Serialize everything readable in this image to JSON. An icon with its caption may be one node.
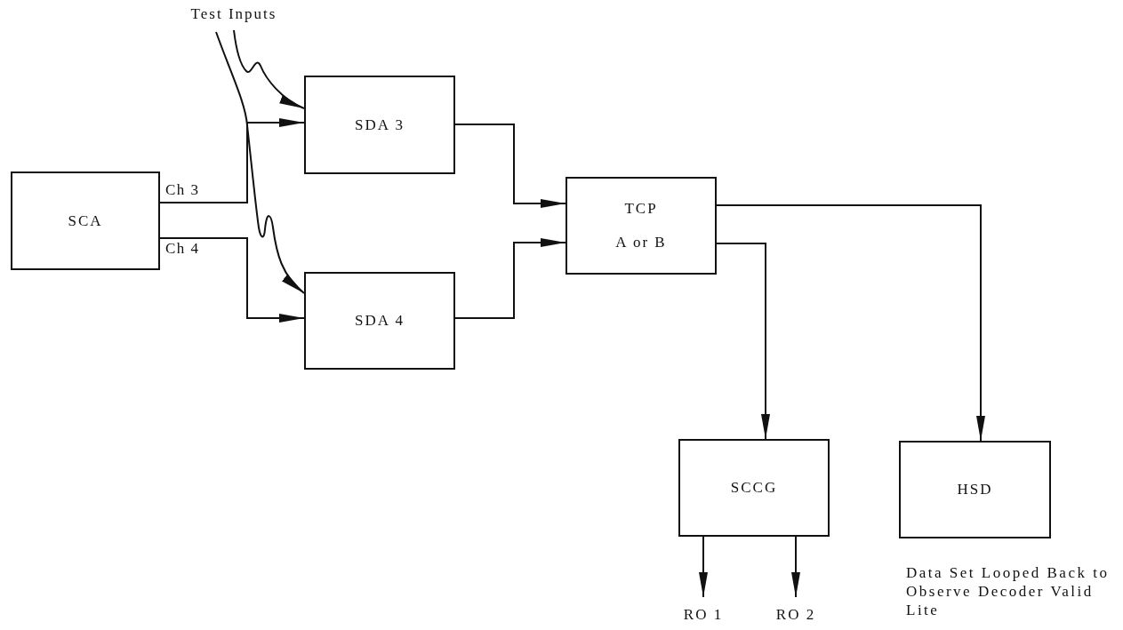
{
  "diagram": {
    "nodes": [
      {
        "text": [
          "Test Inputs"
        ]
      },
      {
        "text": [
          "SCA"
        ]
      },
      {
        "text": [
          "SDA 3"
        ]
      },
      {
        "text": [
          "SDA 4"
        ]
      },
      {
        "text": [
          "TCP",
          "A or B"
        ]
      },
      {
        "text": [
          "SCCG"
        ]
      },
      {
        "text": [
          "HSD"
        ],
        "beside": [
          "Data Set Looped Back to Observe Decoder Valid Lite"
        ]
      },
      {
        "text": [
          "RO 1"
        ]
      },
      {
        "text": [
          "RO 2"
        ]
      }
    ],
    "edges": [
      {
        "from": 1,
        "to": 2,
        "arrow": "to",
        "label": "Ch 3"
      },
      {
        "from": 1,
        "to": 3,
        "arrow": "to",
        "label": "Ch 4"
      },
      {
        "from": 0,
        "to": 2,
        "arrow": "to"
      },
      {
        "from": 0,
        "to": 3,
        "arrow": "to"
      },
      {
        "from": 2,
        "to": 4,
        "arrow": "to"
      },
      {
        "from": 3,
        "to": 4,
        "arrow": "to"
      },
      {
        "from": 4,
        "to": 6,
        "arrow": "to"
      },
      {
        "from": 4,
        "to": 5,
        "arrow": "to"
      },
      {
        "from": 5,
        "to": 7,
        "arrow": "to"
      },
      {
        "from": 5,
        "to": 8,
        "arrow": "to"
      }
    ]
  }
}
